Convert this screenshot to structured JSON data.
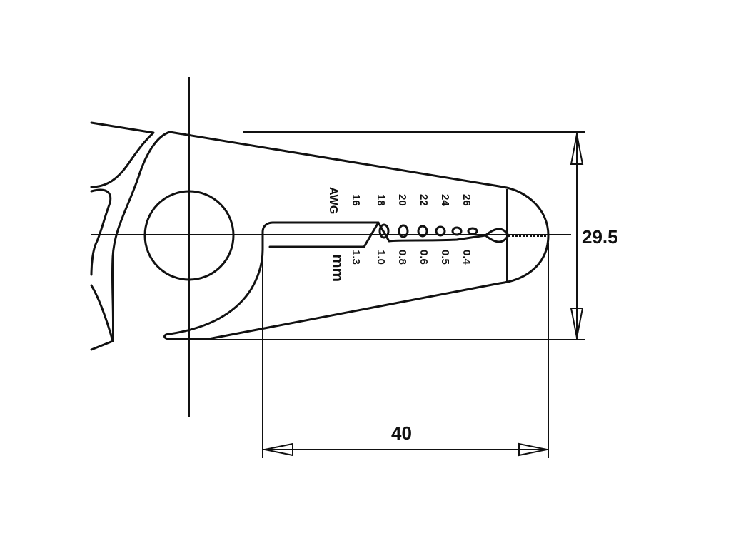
{
  "dimensions": {
    "height_label": "29.5",
    "length_label": "40"
  },
  "gauge": {
    "awg_label": "AWG",
    "mm_label": "mm",
    "awg_values": [
      "16",
      "18",
      "20",
      "22",
      "24",
      "26"
    ],
    "mm_values": [
      "1.3",
      "1.0",
      "0.8",
      "0.6",
      "0.5",
      "0.4"
    ]
  },
  "colors": {
    "line": "#111111",
    "background": "#ffffff"
  }
}
